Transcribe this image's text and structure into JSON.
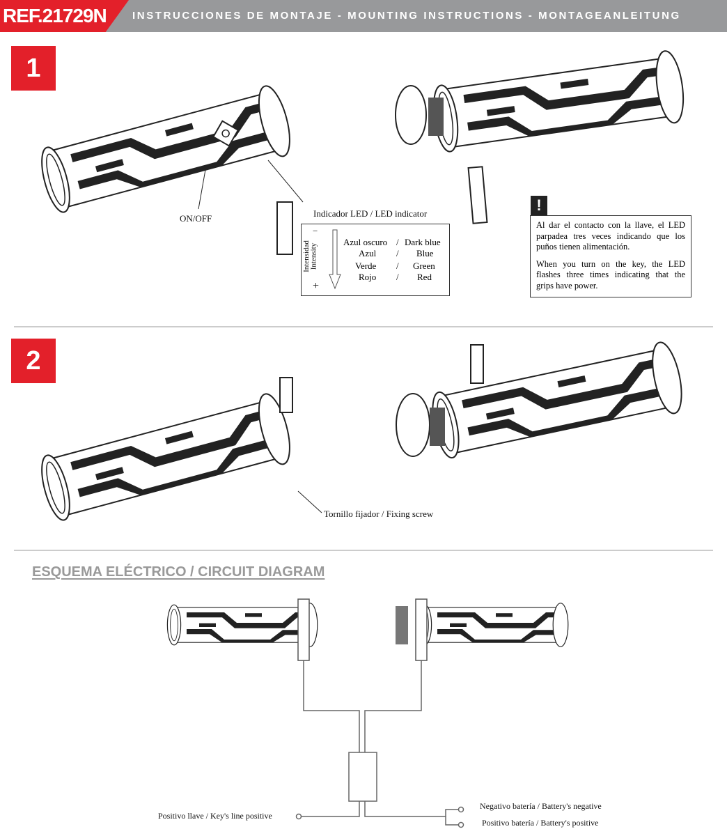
{
  "header": {
    "ref": "REF.21729N",
    "title": "INSTRUCCIONES DE MONTAJE - MOUNTING INSTRUCTIONS - MONTAGEANLEITUNG"
  },
  "step1": {
    "number": "1",
    "on_off": "ON/OFF",
    "led_label": "Indicador LED / LED indicator",
    "intensity_es": "Intensidad",
    "intensity_en": "Intensity",
    "minus": "−",
    "plus": "+",
    "colors": [
      {
        "es": "Azul oscuro",
        "sep": "/",
        "en": "Dark blue"
      },
      {
        "es": "Azul",
        "sep": "/",
        "en": "Blue"
      },
      {
        "es": "Verde",
        "sep": "/",
        "en": "Green"
      },
      {
        "es": "Rojo",
        "sep": "/",
        "en": "Red"
      }
    ],
    "warning_icon": "!",
    "warning_es": "Al dar el contacto con la llave, el LED parpadea tres veces indicando que los puños tienen alimentación.",
    "warning_en": "When you turn on the key, the LED flashes three times indicating that the grips have power."
  },
  "step2": {
    "number": "2",
    "screw_label": "Tornillo fijador / Fixing screw"
  },
  "circuit": {
    "title": "ESQUEMA ELÉCTRICO / CIRCUIT DIAGRAM",
    "key_positive": "Positivo llave / Key's line positive",
    "battery_negative": "Negativo batería / Battery's negative",
    "battery_positive": "Positivo batería / Battery's positive"
  },
  "colors": {
    "accent": "#e3202a",
    "header_gray": "#98999b"
  }
}
